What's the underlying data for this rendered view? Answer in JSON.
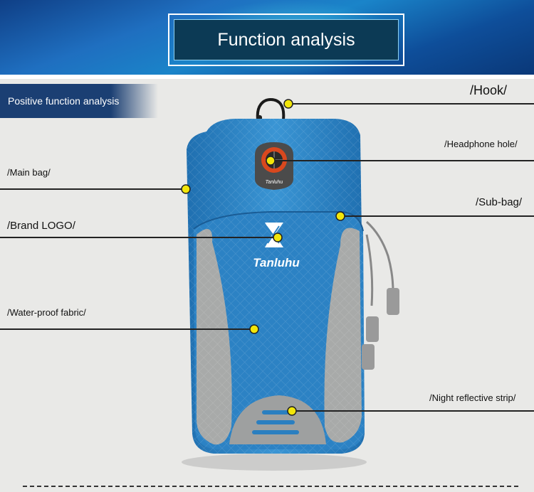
{
  "banner": {
    "title": "Function analysis"
  },
  "section_tag": "Positive function analysis",
  "labels": {
    "hook": "/Hook/",
    "headphone_hole": "/Headphone hole/",
    "main_bag": "/Main bag/",
    "sub_bag": "/Sub-bag/",
    "brand_logo": "/Brand LOGO/",
    "water_proof_fabric": "/Water-proof fabric/",
    "night_reflective_strip": "/Night reflective strip/"
  },
  "product": {
    "brand": "Tanluhu",
    "badge_text": "Tanluhu"
  },
  "colors": {
    "accent": "#1b3f73",
    "bag_blue": "#2f86c8",
    "reflective_grey": "#a8aaa9",
    "marker": "#f2e60a"
  }
}
